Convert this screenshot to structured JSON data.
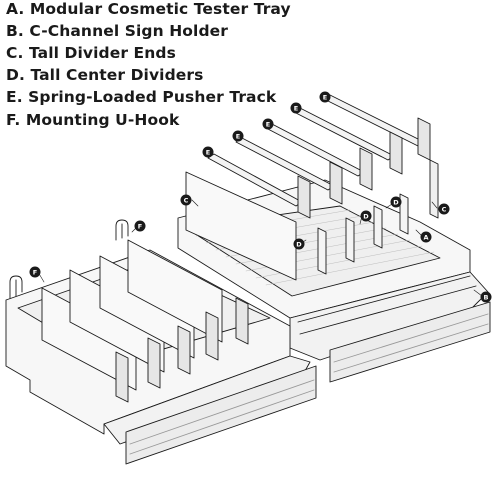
{
  "legend": [
    {
      "letter": "A",
      "text": "A. Modular Cosmetic Tester Tray"
    },
    {
      "letter": "B",
      "text": "B. C-Channel Sign Holder"
    },
    {
      "letter": "C",
      "text": "C. Tall Divider Ends"
    },
    {
      "letter": "D",
      "text": "D. Tall Center Dividers"
    },
    {
      "letter": "E",
      "text": "E. Spring-Loaded Pusher Track"
    },
    {
      "letter": "F",
      "text": "F. Mounting U-Hook"
    }
  ],
  "callouts": {
    "A": "A",
    "B": "B",
    "C": "C",
    "D": "D",
    "E": "E",
    "F": "F"
  },
  "colors": {
    "ink": "#1a1a1a",
    "panel": "#f6f6f6",
    "panel_dark": "#dcdcdc",
    "callout": "#1a1a1a"
  }
}
